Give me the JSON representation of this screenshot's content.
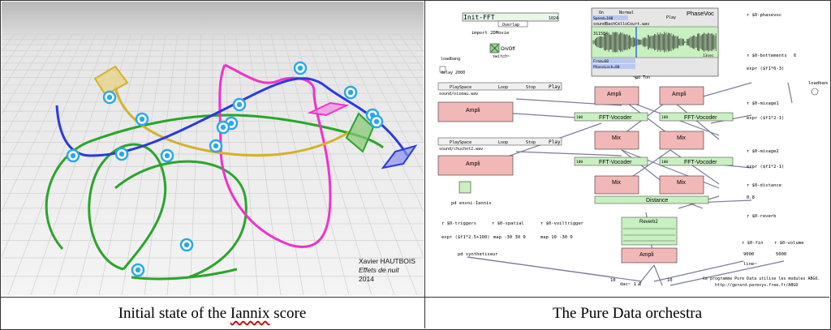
{
  "left_panel": {
    "credit_name": "Xavier HAUTBOIS",
    "credit_title": "Effets de nuit",
    "credit_year": "2014"
  },
  "right_panel": {
    "init_fft": "Init-FFT",
    "overlap": "Overlap",
    "fft_size": "1024",
    "import_movie": "import 2DMovie",
    "phasevoc_title": "PhaseVoc",
    "on": "On",
    "normal": "Normal",
    "play": "Play",
    "speed": "Speed=100",
    "file": "soundBachCelloCourt.wav",
    "count": "311584",
    "time": "13sec",
    "from": "From=60",
    "phaselock": "PhaseLock=80",
    "phasevoc_send": "r $0-phasevoc",
    "onoff": "On/Off",
    "switch": "switch~",
    "loadbang1": "loadbang",
    "delay": "delay 2000",
    "pd_ton": "pd Ton",
    "playspace": "PlaySpace",
    "loop": "Loop",
    "stop": "Stop",
    "sound1": "sound/oiseau.wav",
    "sound2": "sound/chuchot2.wav",
    "ampli": "Ampli",
    "vocoder": "FFT-Vocoder",
    "mix": "Mix",
    "hundred": "100",
    "distance": "Distance",
    "reverb": "Reverb2",
    "r_bottements": "r $0-bottements",
    "expr1": "expr ($f1*6-3)",
    "loadbang2": "loadbang",
    "six": "6",
    "r_mixage1": "r $0-mixage1",
    "expr2": "expr ($f1*2-1)",
    "r_mixage2": "r $0-mixage2",
    "expr3": "expr ($f1*2-1)",
    "r_distance": "r $0-distance",
    "zero8": "0.8",
    "r_reverb": "r $0-reverb",
    "pd_envoi": "pd envoi-Iannix",
    "r_triggers": "r $0-triggers",
    "r_spatial": "r $0-spatial",
    "r_voiltrigger": "r $0-voiltrigger",
    "expr_trig": "expr ($f1*2.5+100)",
    "map1": "map -30 30 0",
    "map2": "map 10 -30 0",
    "pd_synth": "pd synthetiseur",
    "r_fin": "r $0-fin",
    "r_volume": "r $0-volume",
    "nine": "9000",
    "five": "5000",
    "line": "line~",
    "dac": "dac~ 1 2",
    "ten": "10",
    "credit_line1": "Ce programme Pure Data utilise les modules ABGO.",
    "credit_line2": "http://gerard.paresys.free.fr/ABGO"
  },
  "captions": {
    "left_prefix": "Initial state of the ",
    "left_word": "Iannix",
    "left_suffix": " score",
    "right": "The Pure Data orchestra"
  },
  "colors": {
    "blue_curve": "#2a3adf",
    "green_curve": "#2aa52a",
    "magenta_curve": "#ee33cc",
    "yellow_curve": "#d4b12a",
    "cursor": "#2aa8e8",
    "ampli_pink": "#f2b8b8",
    "vocoder_green": "#c8f0c0"
  }
}
